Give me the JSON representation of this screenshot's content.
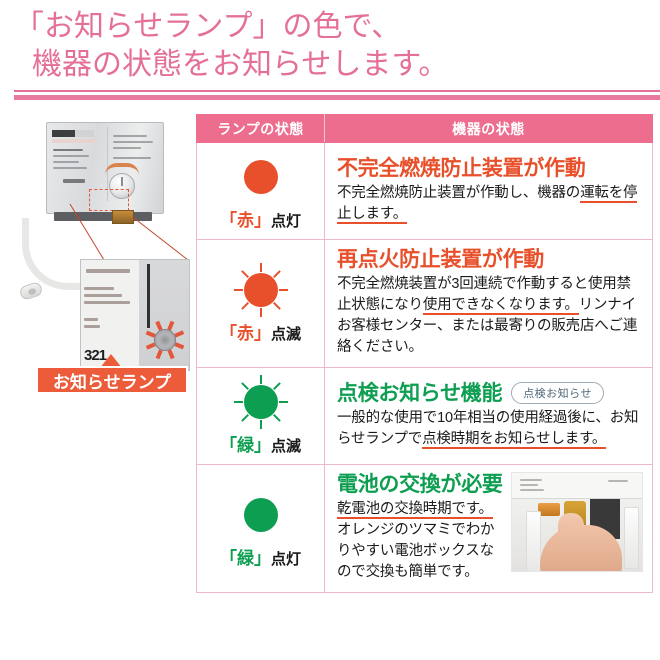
{
  "title": {
    "line1": "「お知らせランプ」の色で、",
    "line2": "機器の状態をお知らせします。",
    "accent_color": "#e4709a"
  },
  "figure": {
    "callout_label": "お知らせランプ",
    "detail_number": "321",
    "lamp_icon_name": "notification-lamp"
  },
  "table": {
    "headers": {
      "lamp": "ランプの状態",
      "device": "機器の状態"
    },
    "header_bg": "#ec6d8e",
    "border_color": "#f0b9c8",
    "rows": [
      {
        "lamp_color": "red",
        "lamp_color_hex": "#e8502c",
        "lamp_mode": "solid",
        "lamp_label_kanji": "「赤」",
        "lamp_label_mode": "点灯",
        "heading": "不完全燃焼防止装置が作動",
        "body_part1": "不完全燃焼防止装置が作動し、機器の",
        "body_underline": "運転を",
        "body_underline2": "停止します。",
        "body_part2": "",
        "badge": null,
        "photo": null
      },
      {
        "lamp_color": "red",
        "lamp_color_hex": "#e8502c",
        "lamp_mode": "blink",
        "lamp_label_kanji": "「赤」",
        "lamp_label_mode": "点滅",
        "heading": "再点火防止装置が作動",
        "body_part1": "不完全燃焼装置が3回連続で作動すると使用禁止状態になり",
        "body_underline": "使用できなくなります。",
        "body_part2": "リンナイお客様センター、または最寄りの販売店へご連絡ください。",
        "badge": null,
        "photo": null
      },
      {
        "lamp_color": "green",
        "lamp_color_hex": "#0e9e52",
        "lamp_mode": "blink",
        "lamp_label_kanji": "「緑」",
        "lamp_label_mode": "点滅",
        "heading": "点検お知らせ機能",
        "body_part1": "一般的な使用で10年相当の使用経過後に、お知らせランプで",
        "body_underline": "点検時期をお知らせします。",
        "body_part2": "",
        "badge": "点検お知らせ",
        "badge_text_color": "#4c6577",
        "photo": null
      },
      {
        "lamp_color": "green",
        "lamp_color_hex": "#0e9e52",
        "lamp_mode": "solid",
        "lamp_label_kanji": "「緑」",
        "lamp_label_mode": "点灯",
        "heading": "電池の交換が必要",
        "body_part1": "",
        "body_underline": "乾電池の交換時期です。",
        "body_part2": "オレンジのツマミでわかりやすい電池ボックスなので交換も簡単です。",
        "badge": null,
        "photo": "battery-replacement-photo"
      }
    ]
  }
}
